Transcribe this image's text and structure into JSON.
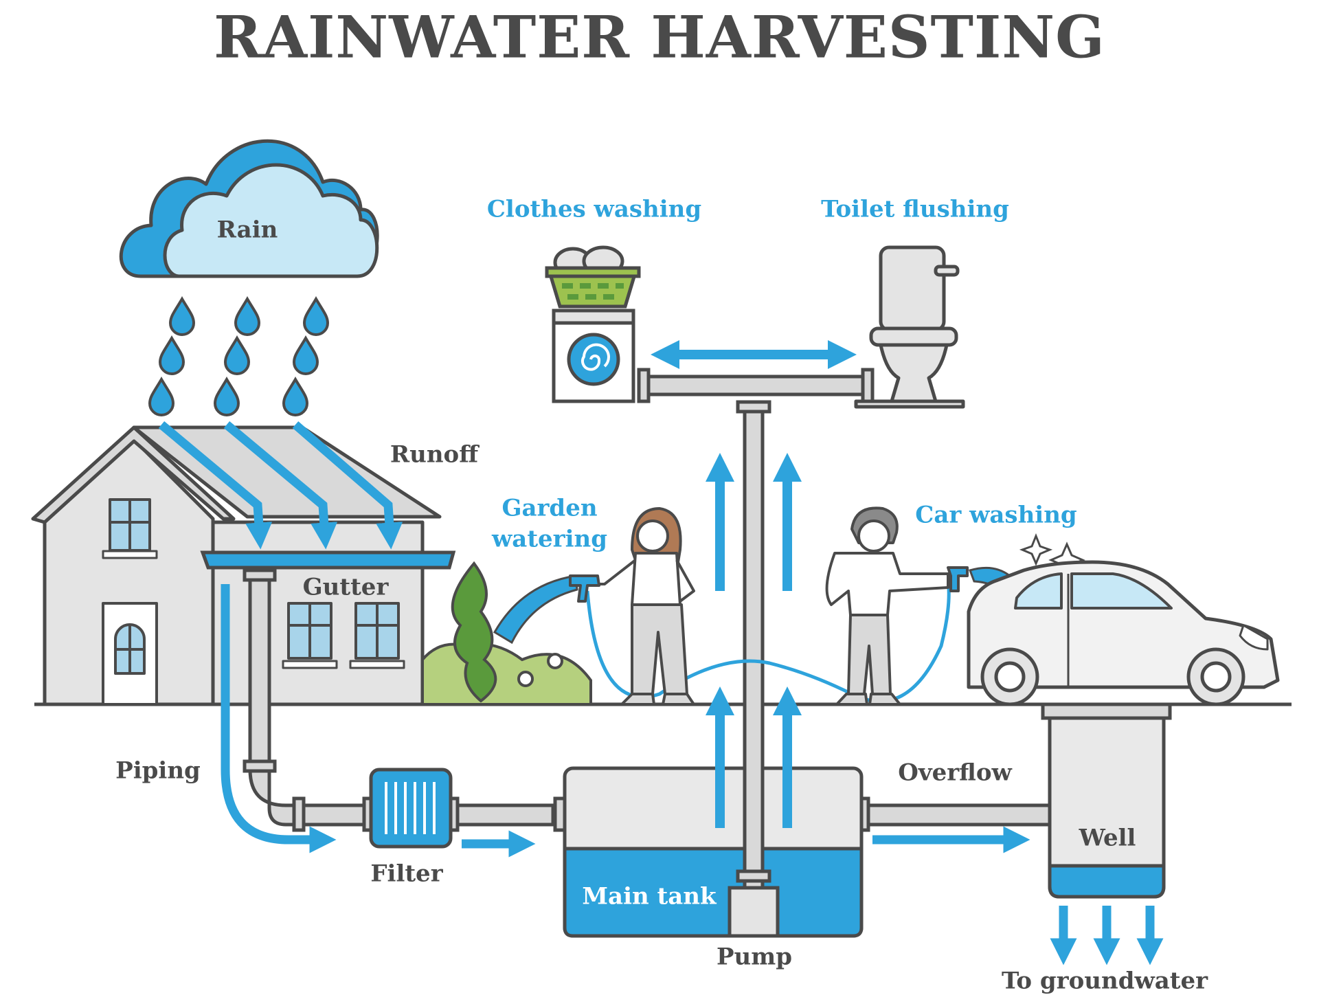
{
  "title": "RAINWATER HARVESTING",
  "labels": {
    "rain": "Rain",
    "runoff": "Runoff",
    "gutter": "Gutter",
    "piping": "Piping",
    "filter": "Filter",
    "main_tank": "Main tank",
    "pump": "Pump",
    "overflow": "Overflow",
    "well": "Well",
    "to_groundwater": "To groundwater",
    "clothes_washing": "Clothes washing",
    "toilet_flushing": "Toilet flushing",
    "garden_watering_line1": "Garden",
    "garden_watering_line2": "watering",
    "car_washing": "Car washing"
  },
  "colors": {
    "outline": "#4a4a4a",
    "water_blue": "#2ea3dc",
    "light_blue": "#c7e8f6",
    "grey_fill": "#e4e4e4",
    "pipe_grey": "#d9d9d9",
    "green_dark": "#5a9a3c",
    "green_light": "#b5d07e",
    "basket_green": "#9dc24f",
    "hair_brown": "#b07a55"
  },
  "icons": [
    "cloud-icon",
    "raindrop-icon",
    "house-icon",
    "filter-icon",
    "tank-icon",
    "pump-icon",
    "well-icon",
    "washing-machine-icon",
    "laundry-basket-icon",
    "toilet-icon",
    "woman-icon",
    "man-icon",
    "car-icon",
    "plant-icon",
    "arrow-icon"
  ]
}
